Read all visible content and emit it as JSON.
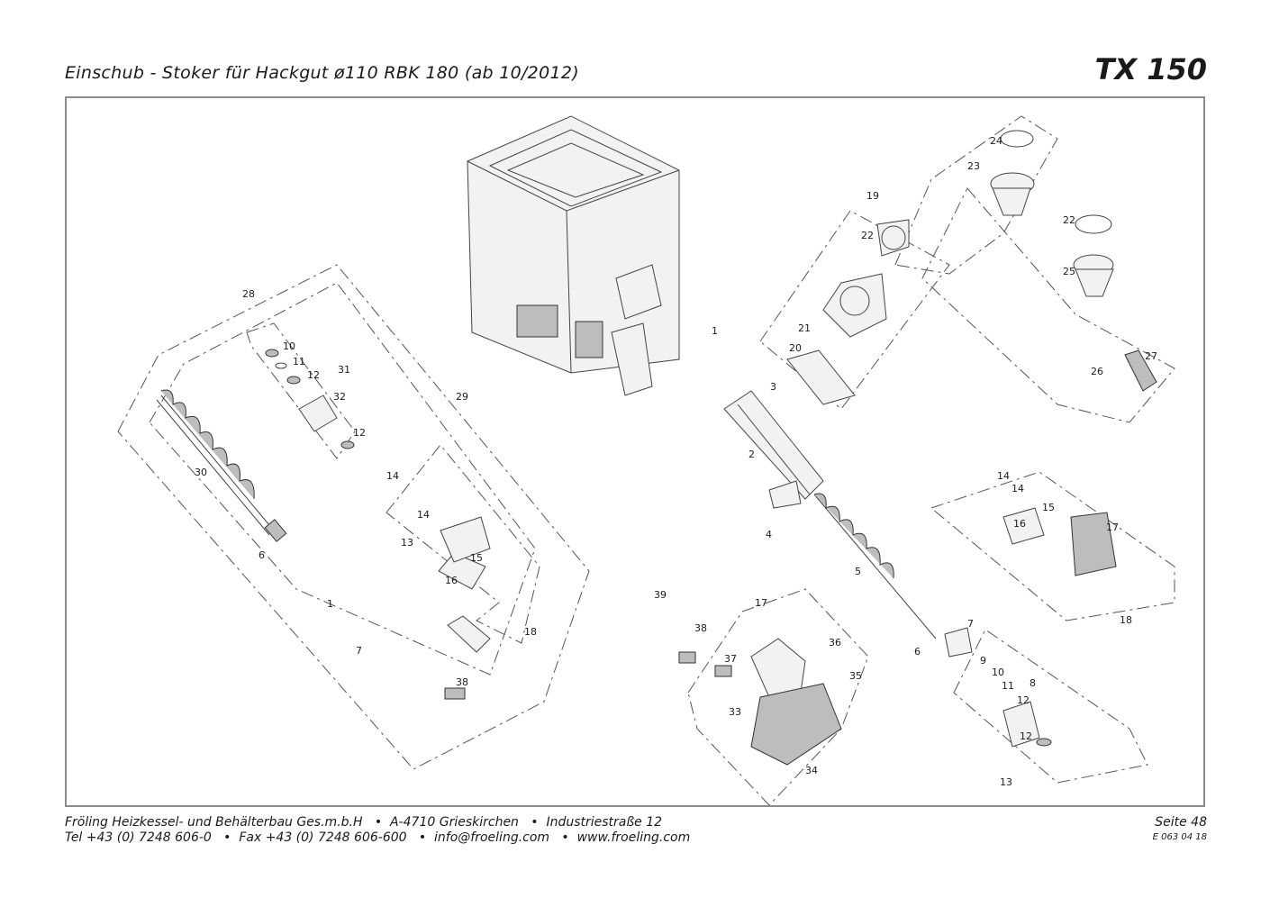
{
  "header": {
    "title": "Einschub - Stoker für Hackgut ø110 RBK 180 (ab 10/2012)",
    "model": "TX 150"
  },
  "footer": {
    "line1": "Fröling Heizkessel- und Behälterbau Ges.m.b.H   •  A-4710 Grieskirchen   •  Industriestraße 12",
    "line2": "Tel +43 (0) 7248 606-0   •  Fax +43 (0) 7248 606-600   •  info@froeling.com   •  www.froeling.com",
    "page": "Seite 48",
    "code": "E 063 04 18"
  },
  "callouts": [
    "1",
    "1",
    "2",
    "3",
    "4",
    "5",
    "6",
    "6",
    "7",
    "7",
    "8",
    "9",
    "10",
    "10",
    "11",
    "11",
    "12",
    "12",
    "12",
    "12",
    "13",
    "13",
    "14",
    "14",
    "14",
    "14",
    "15",
    "15",
    "16",
    "16",
    "17",
    "17",
    "18",
    "18",
    "19",
    "20",
    "21",
    "22",
    "22",
    "23",
    "24",
    "25",
    "26",
    "27",
    "28",
    "29",
    "30",
    "31",
    "32",
    "33",
    "34",
    "35",
    "36",
    "37",
    "38",
    "38",
    "39"
  ]
}
